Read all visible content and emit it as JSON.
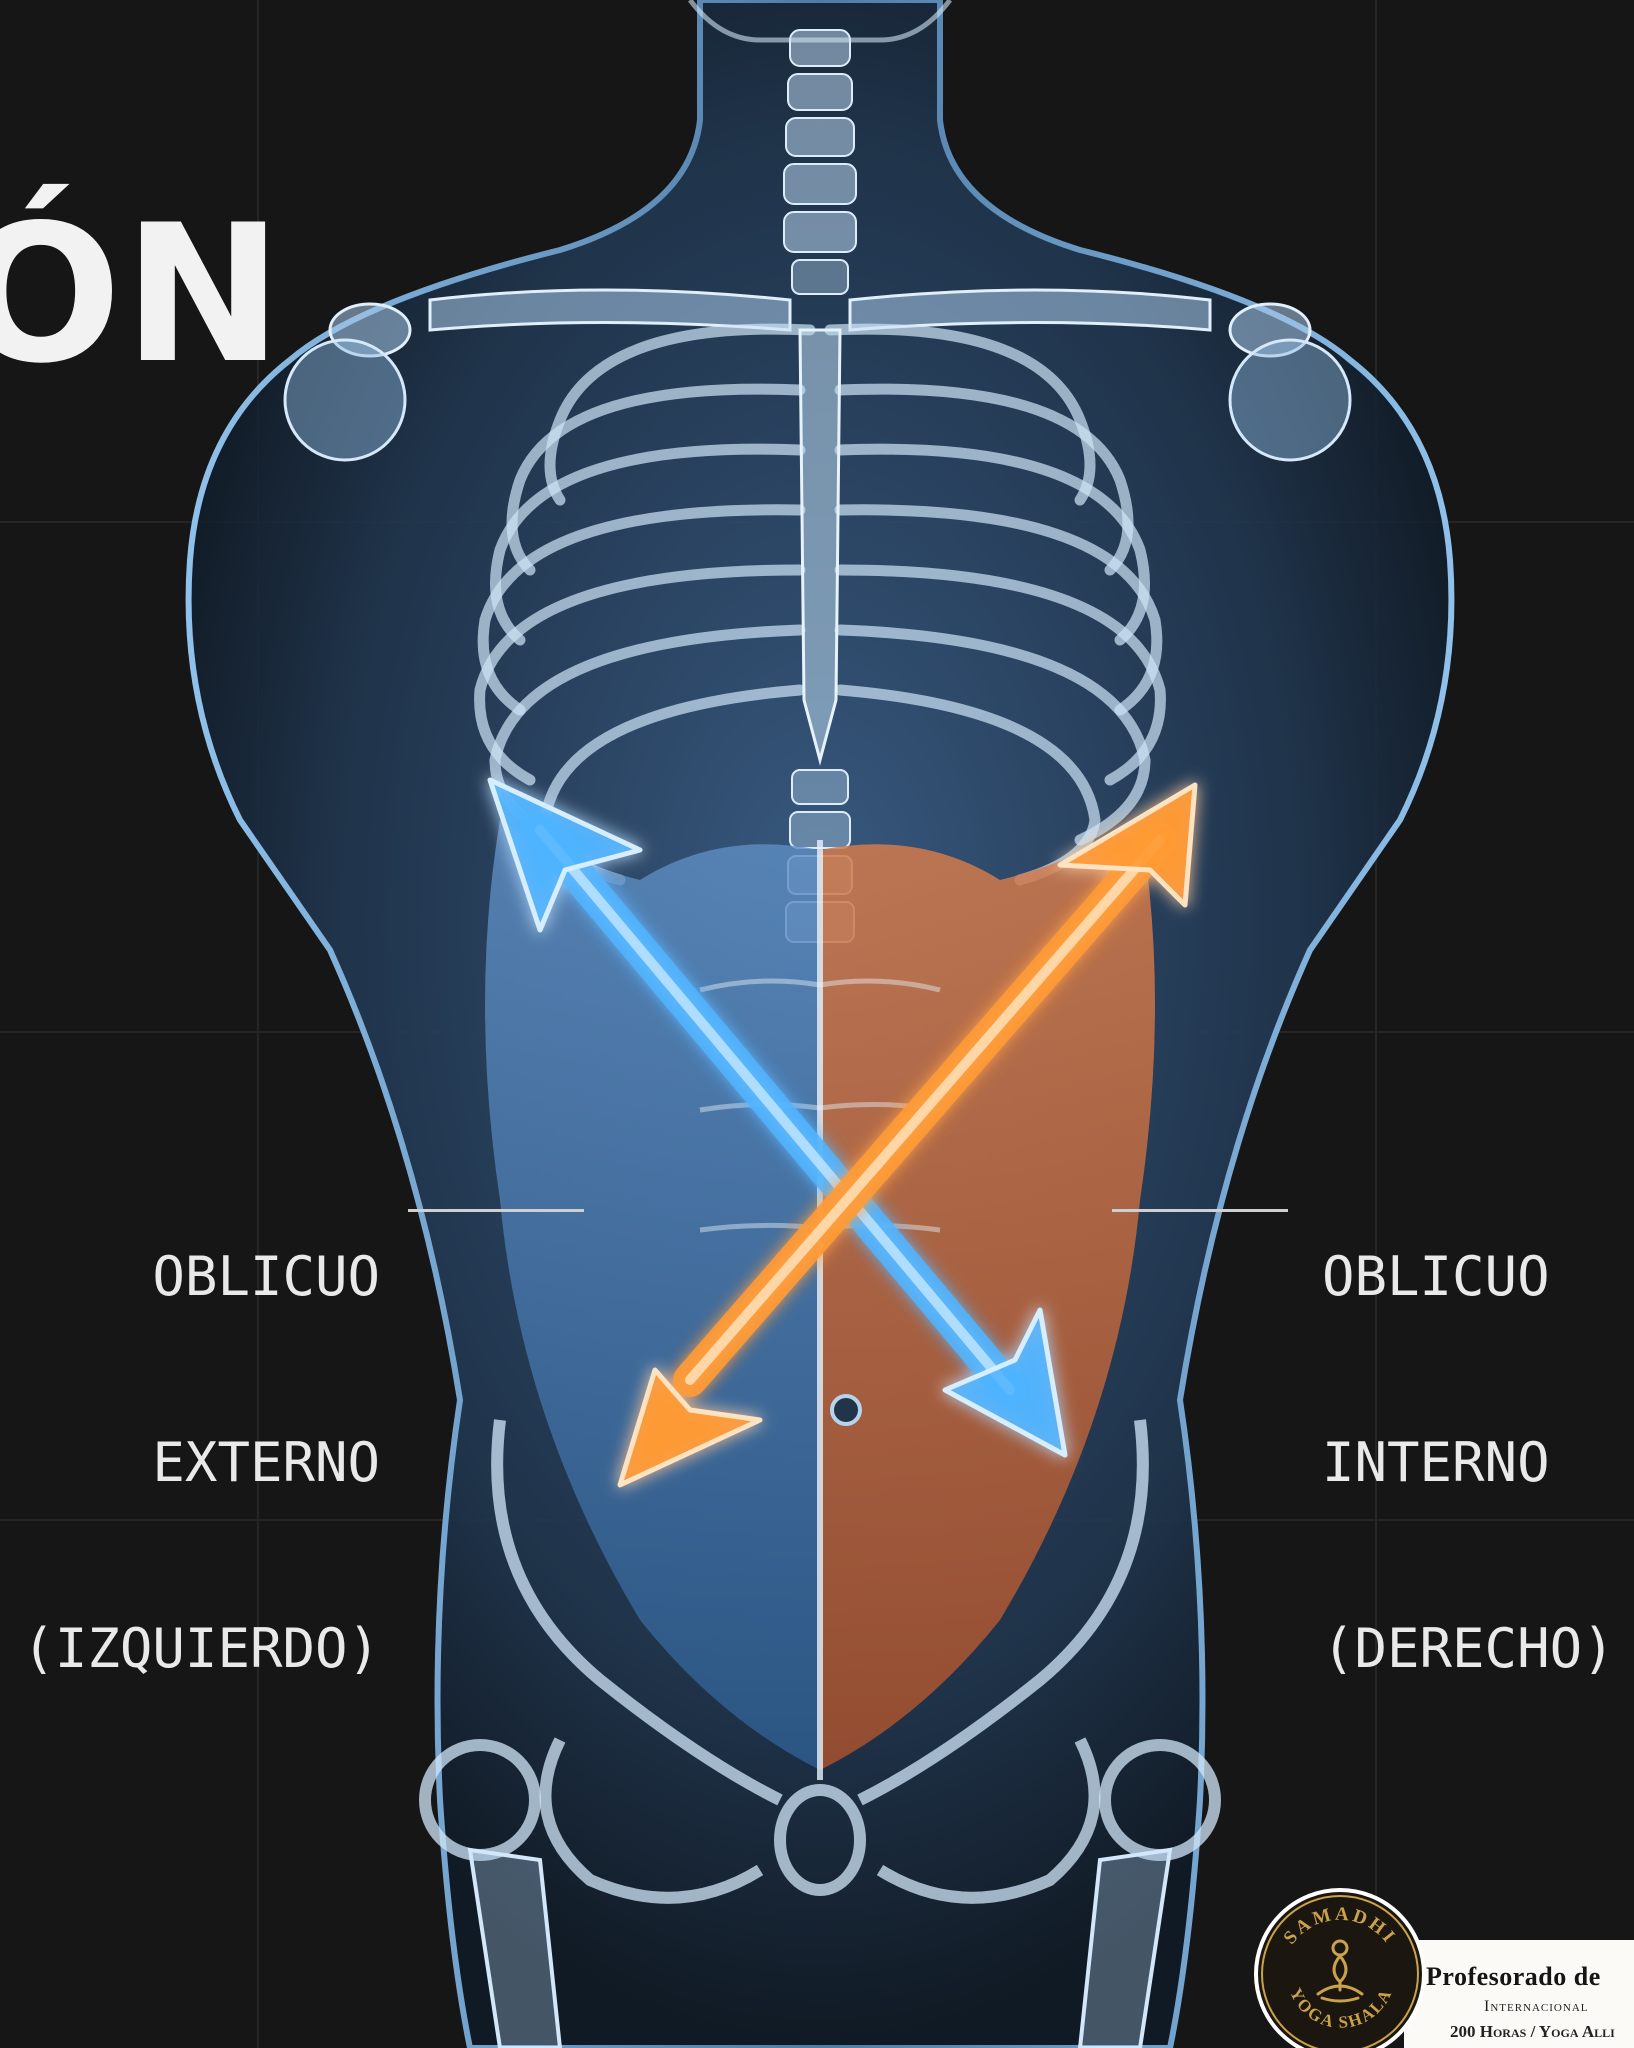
{
  "title_fragment": "ÓN",
  "labels": {
    "left": {
      "line1": "OBLICUO",
      "line2": "EXTERNO",
      "line3": "(IZQUIERDO)"
    },
    "right": {
      "line1": "OBLICUO",
      "line2": "INTERNO",
      "line3": "(DERECHO)"
    }
  },
  "badge": {
    "top_text": "SAMADHI",
    "bottom_text": "YOGA SHALA",
    "icon": "meditating-figure-icon"
  },
  "ribbon": {
    "line1": "Profesorado de",
    "line2": "Internacional",
    "line3": "200 Horas / Yoga Alli"
  },
  "colors": {
    "background": "#161616",
    "external_oblique_arrow": "#4fb4ff",
    "internal_oblique_arrow": "#ff9a33",
    "external_muscle": "#4a7fb8",
    "internal_muscle": "#c56a3e",
    "badge_gold": "#c9a24a"
  }
}
